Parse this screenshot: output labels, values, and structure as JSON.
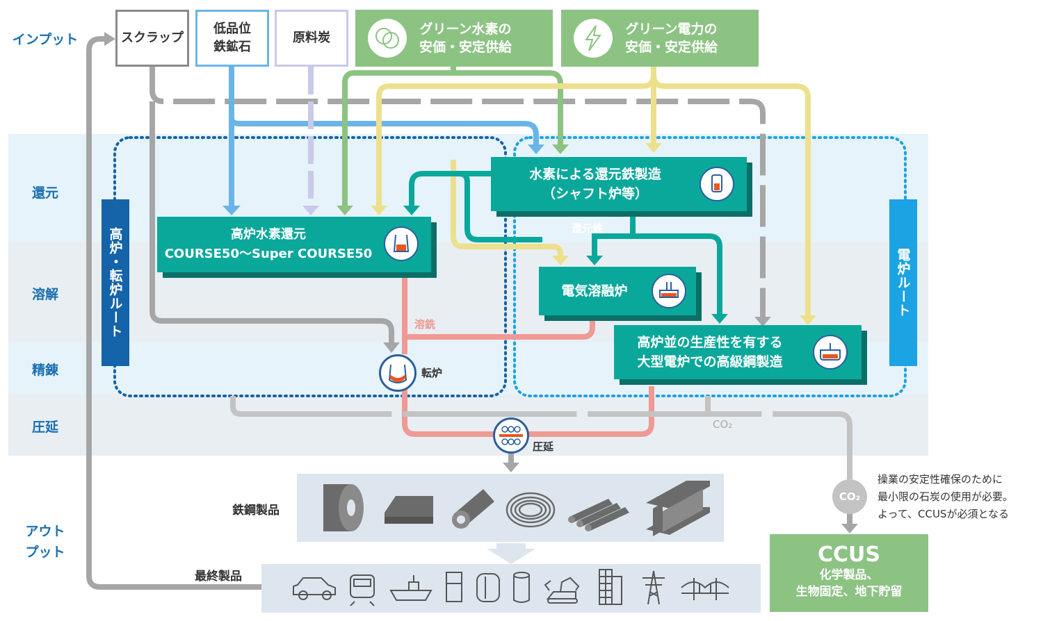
{
  "stages": {
    "input": "インプット",
    "reduction": "還元",
    "melting": "溶解",
    "refining": "精錬",
    "rolling": "圧延",
    "output": "アウト\nプット"
  },
  "inputs": {
    "scrap": "スクラップ",
    "low_grade_ore": "低品位\n鉄鉱石",
    "coking_coal": "原料炭",
    "green_h2": "グリーン水素の\n安価・安定供給",
    "green_power": "グリーン電力の\n安価・安定供給"
  },
  "processes": {
    "h2_dri": "水素による還元鉄製造\n（シャフト炉等）",
    "bf_h2": "高炉水素還元\nCOURSE50～Super COURSE50",
    "eaf_melt": "電気溶融炉",
    "large_eaf": "高炉並の生産性を有する\n大型電炉での高級鋼製造"
  },
  "routes": {
    "bf_bof": "高炉・転炉ルート",
    "eaf": "電炉ルート"
  },
  "labels": {
    "reduced_iron": "還元鉄",
    "hot_metal": "溶銑",
    "converter": "転炉",
    "rolling": "圧延",
    "co2_small": "CO₂",
    "co2_circle": "CO₂",
    "steel_products": "鉄鋼製品",
    "final_products": "最終製品",
    "ccus_note": "操業の安定性確保のために\n最小限の石炭の使用が必要。\nよって、CCUSが必須となる"
  },
  "ccus": {
    "title": "CCUS",
    "subtitle": "化学製品、\n生物固定、地下貯留"
  },
  "icons": {
    "steel_products": [
      "coil-icon",
      "slab-icon",
      "pipe-icon",
      "wire-coil-icon",
      "bars-icon",
      "h-beam-icon"
    ],
    "final_products": [
      "car-icon",
      "train-icon",
      "ship-icon",
      "refrigerator-icon",
      "washing-machine-icon",
      "can-icon",
      "excavator-icon",
      "building-icon",
      "power-tower-icon",
      "bridge-icon"
    ]
  },
  "colors": {
    "stage_text": "#1a6fb0",
    "teal": "#0aa89b",
    "green": "#8cc383",
    "scrap_gray": "#a6a6a6",
    "ore_blue": "#6ab5e6",
    "coal_lavender": "#c9c9ea",
    "h2_green": "#8cc383",
    "power_yellow": "#ede08d",
    "hot_metal_pink": "#ef9a94",
    "route_dark_blue": "#1563a8",
    "route_light_blue": "#1ba3e3"
  }
}
